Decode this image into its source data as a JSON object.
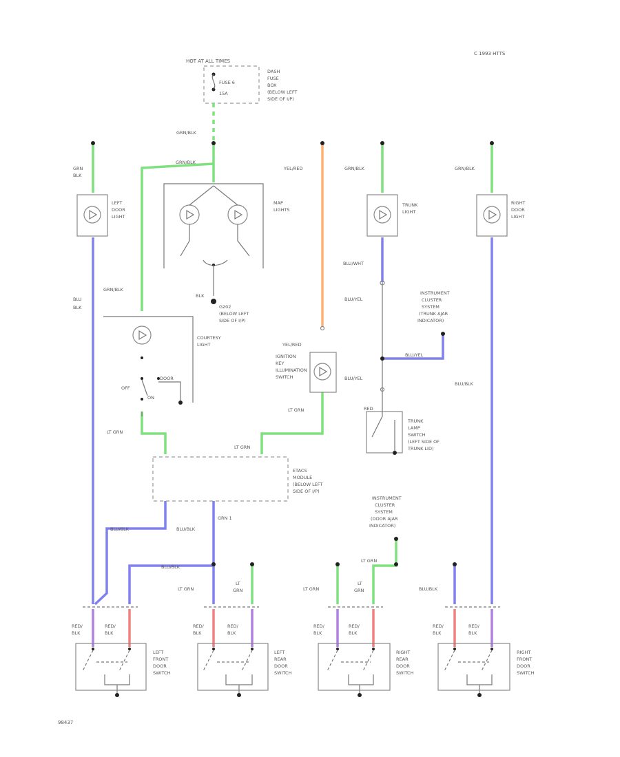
{
  "header": {
    "copyright": "C 1993 HTTS",
    "hot_label": "HOT AT ALL TIMES",
    "fuse": "FUSE 6",
    "fuse_amp": "15A",
    "fuse_box": [
      "DASH",
      "FUSE",
      "BOX",
      "(BELOW LEFT",
      "SIDE OF I/P)"
    ]
  },
  "wires": {
    "grn_blk_main": "GRN/BLK",
    "grn_blk_short": "GRN/BLK",
    "grn_blk_a": "GRN/BLK",
    "grn_blk_b": "GRN/BLK",
    "grn_blk_c": "GRN/BLK",
    "grn_blk_left_1": "GRN",
    "grn_blk_left_2": "BLK",
    "yel_red": "YEL/RED",
    "yel_red_2": "YEL/RED",
    "blu_wht": "BLU/WHT",
    "blu_yel_1": "BLU/YEL",
    "blu_yel_2": "BLU/YEL",
    "blu_yel_3": "BLU/YEL",
    "blu_blk_1": "BLU",
    "blu_blk_2": "BLK",
    "blu_blk_r": "BLU/BLK",
    "blu_blk_mid": "BLU/BLK",
    "blu_blk_l1": "BLU/BLK",
    "blu_blk_l2": "BLU/BLK",
    "blu_blk_rs": "BLU/BLK",
    "lt_grn_a": "LT GRN",
    "lt_grn_b": "LT GRN",
    "lt_grn_c": "LT GRN",
    "lt_grn_d": "LT GRN",
    "lt_grn_e": "LT GRN",
    "lt_grn_f1": "LT",
    "lt_grn_f2": "GRN",
    "lt_grn_g1": "LT",
    "lt_grn_g2": "GRN",
    "lt_grn_h": "LT GRN",
    "grn_1": "GRN 1",
    "red_blk_1a": "RED/",
    "red_blk_1b": "BLK",
    "red_blk_2a": "RED/",
    "red_blk_2b": "BLK",
    "red_blk_3a": "RED/",
    "red_blk_3b": "BLK",
    "red_blk_4a": "RED/",
    "red_blk_4b": "BLK",
    "red_blk_5a": "RED/",
    "red_blk_5b": "BLK",
    "red_blk_6a": "RED/",
    "red_blk_6b": "BLK",
    "red_blk_7a": "RED/",
    "red_blk_7b": "BLK",
    "red_blk_8a": "RED/",
    "red_blk_8b": "BLK",
    "red_label": "RED",
    "blu_label": "BLU"
  },
  "components": {
    "left_door_light": [
      "LEFT",
      "DOOR",
      "LIGHT"
    ],
    "map_lights": [
      "MAP",
      "LIGHTS"
    ],
    "trunk_light": [
      "TRUNK",
      "LIGHT"
    ],
    "right_door_light": [
      "RIGHT",
      "DOOR",
      "LIGHT"
    ],
    "courtesy_light": [
      "COURTESY",
      "LIGHT"
    ],
    "ground_1": [
      "G202",
      "(BELOW LEFT",
      "SIDE OF I/P)"
    ],
    "ignition_key": [
      "IGNITION",
      "KEY",
      "ILLUMINATION",
      "SWITCH"
    ],
    "trunk_lamp_switch": [
      "TRUNK",
      "LAMP",
      "SWITCH",
      "(LEFT SIDE OF",
      "TRUNK LID)"
    ],
    "cluster_trunk": [
      "INSTRUMENT",
      "CLUSTER",
      "SYSTEM",
      "(TRUNK AJAR",
      "INDICATOR)"
    ],
    "cluster_door": [
      "INSTRUMENT",
      "CLUSTER",
      "SYSTEM",
      "(DOOR AJAR",
      "INDICATOR)"
    ],
    "etacs": [
      "ETACS",
      "MODULE",
      "(BELOW LEFT",
      "SIDE OF I/P)"
    ],
    "lf_switch": [
      "LEFT",
      "FRONT",
      "DOOR",
      "SWITCH"
    ],
    "lr_switch": [
      "LEFT",
      "REAR",
      "DOOR",
      "SWITCH"
    ],
    "rr_switch": [
      "RIGHT",
      "REAR",
      "DOOR",
      "SWITCH"
    ],
    "rf_switch": [
      "RIGHT",
      "FRONT",
      "DOOR",
      "SWITCH"
    ],
    "switch_off": "OFF",
    "switch_door": "DOOR",
    "switch_on": "ON",
    "blk": "BLK"
  },
  "footer": {
    "code": "98437"
  },
  "colors": {
    "green": "#7fe07f",
    "blue": "#8080ee",
    "orange": "#ffb070",
    "red": "#ee8080",
    "purple": "#b080e0",
    "gray": "#9a9a9a"
  }
}
